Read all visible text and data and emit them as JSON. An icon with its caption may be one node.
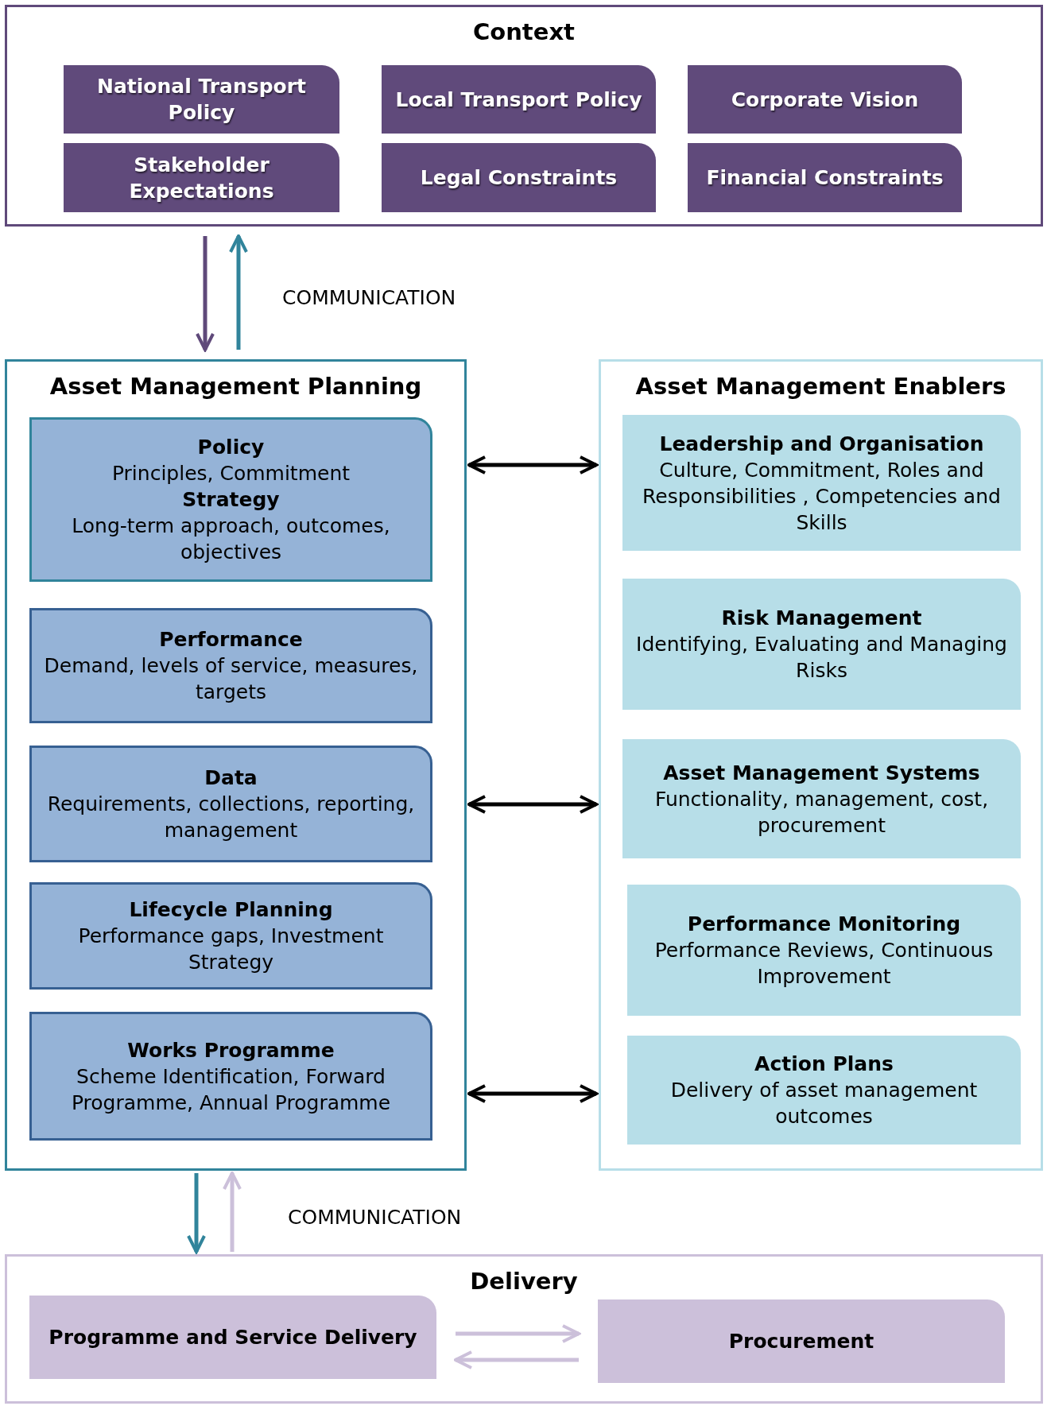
{
  "diagram": {
    "nodes": [
      {
        "text": [
          "Context"
        ]
      },
      {
        "text": [
          "National Transport Policy"
        ],
        "in": 0
      },
      {
        "text": [
          "Local Transport Policy"
        ],
        "in": 0
      },
      {
        "text": [
          "Corporate Vision"
        ],
        "in": 0
      },
      {
        "text": [
          "Stakeholder Expectations"
        ],
        "in": 0
      },
      {
        "text": [
          "Legal Constraints"
        ],
        "in": 0
      },
      {
        "text": [
          "Financial Constraints"
        ],
        "in": 0
      },
      {
        "text": [
          "Asset Management Planning"
        ]
      },
      {
        "text": [
          "Policy",
          "Principles, Commitment",
          "Strategy",
          "Long-term approach, outcomes, objectives"
        ],
        "in": 7
      },
      {
        "text": [
          "Performance",
          "Demand, levels of service, measures, targets"
        ],
        "in": 7
      },
      {
        "text": [
          "Data",
          "Requirements, collections, reporting, management"
        ],
        "in": 7
      },
      {
        "text": [
          "Lifecycle Planning",
          "Performance gaps, Investment Strategy"
        ],
        "in": 7
      },
      {
        "text": [
          "Works Programme",
          "Scheme Identification, Forward Programme, Annual Programme"
        ],
        "in": 7
      },
      {
        "text": [
          "Asset Management Enablers"
        ]
      },
      {
        "text": [
          "Leadership and Organisation",
          "Culture, Commitment, Roles and Responsibilities , Competencies and Skills"
        ],
        "in": 13
      },
      {
        "text": [
          "Risk Management",
          "Identifying, Evaluating and Managing Risks"
        ],
        "in": 13
      },
      {
        "text": [
          "Asset Management Systems",
          "Functionality, management, cost, procurement"
        ],
        "in": 13
      },
      {
        "text": [
          "Performance Monitoring",
          "Performance Reviews, Continuous Improvement"
        ],
        "in": 13
      },
      {
        "text": [
          "Action Plans",
          "Delivery of asset management outcomes"
        ],
        "in": 13
      },
      {
        "text": [
          "Delivery"
        ]
      },
      {
        "text": [
          "Programme and Service Delivery"
        ],
        "in": 19
      },
      {
        "text": [
          "Procurement"
        ],
        "in": 19
      }
    ],
    "edges": [
      {
        "from": 0,
        "to": 7,
        "arrow": "to",
        "color": "#5f497a"
      },
      {
        "from": 7,
        "to": 0,
        "arrow": "to",
        "color": "#31849b"
      },
      {
        "from": 7,
        "to": 13,
        "arrow": "both"
      },
      {
        "from": 7,
        "to": 13,
        "arrow": "both"
      },
      {
        "from": 7,
        "to": 13,
        "arrow": "both"
      },
      {
        "from": 7,
        "to": 19,
        "arrow": "to",
        "color": "#31849b"
      },
      {
        "from": 19,
        "to": 7,
        "arrow": "to",
        "color": "#ccc0da"
      },
      {
        "from": 20,
        "to": 21,
        "arrow": "to",
        "color": "#ccc0da"
      },
      {
        "from": 21,
        "to": 20,
        "arrow": "to",
        "color": "#ccc0da"
      }
    ],
    "labels": [
      "COMMUNICATION",
      "COMMUNICATION"
    ]
  }
}
